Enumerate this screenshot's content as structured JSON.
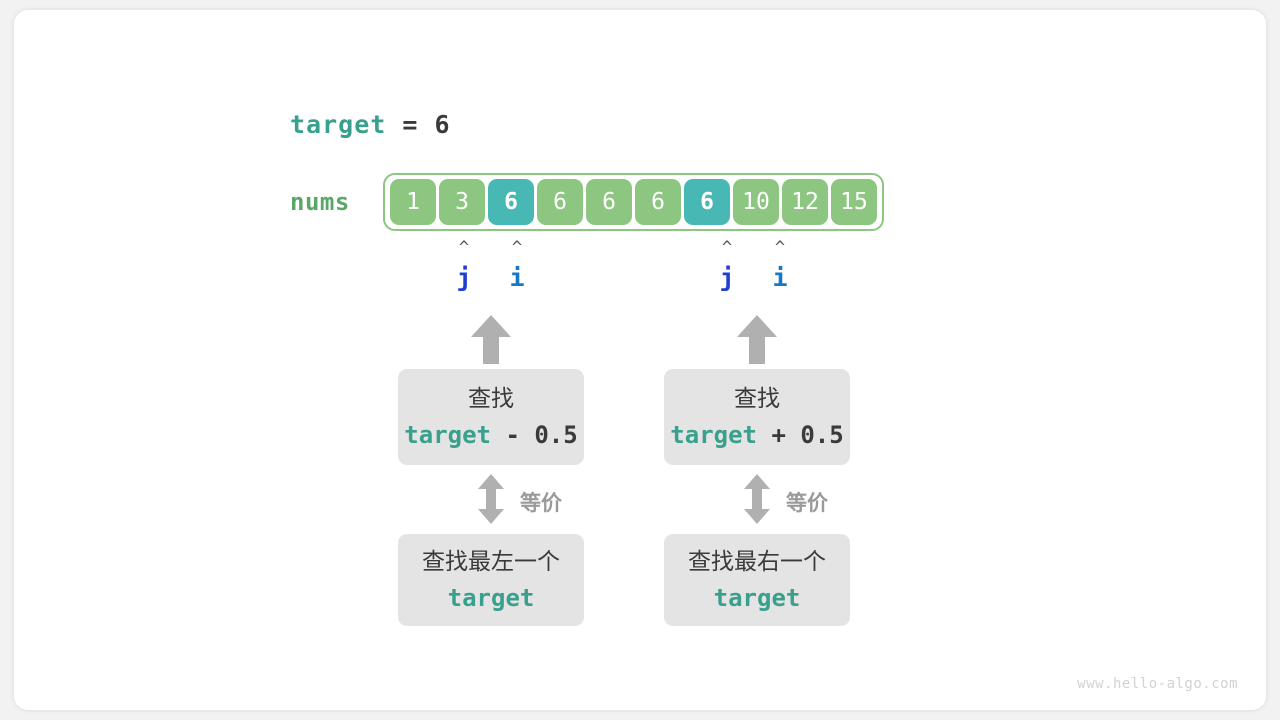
{
  "diagram": {
    "title_expression": {
      "name": "target",
      "operator": "=",
      "value": "6"
    },
    "array": {
      "label": "nums",
      "values": [
        "1",
        "3",
        "6",
        "6",
        "6",
        "6",
        "6",
        "10",
        "12",
        "15"
      ],
      "highlighted_indices": [
        2,
        6
      ],
      "cell_color": "#8cc681",
      "highlight_color": "#48b8b4",
      "border_color": "#8cc681"
    },
    "pointers": [
      {
        "caret": "^",
        "name": "j",
        "index": 1,
        "color": "#1f3fcf"
      },
      {
        "caret": "^",
        "name": "i",
        "index": 2,
        "color": "#1878c8"
      },
      {
        "caret": "^",
        "name": "j",
        "index": 5,
        "color": "#1f3fcf"
      },
      {
        "caret": "^",
        "name": "i",
        "index": 6,
        "color": "#1878c8"
      }
    ],
    "branches": [
      {
        "side": "left",
        "upper_box": {
          "title": "查找",
          "code_name": "target",
          "code_rest": " - 0.5"
        },
        "relation_label": "等价",
        "lower_box": {
          "title": "查找最左一个",
          "code_name": "target"
        }
      },
      {
        "side": "right",
        "upper_box": {
          "title": "查找",
          "code_name": "target",
          "code_rest": " + 0.5"
        },
        "relation_label": "等价",
        "lower_box": {
          "title": "查找最右一个",
          "code_name": "target"
        }
      }
    ],
    "colors": {
      "teal_text": "#38a08c",
      "dark_text": "#3a3a3a",
      "gray_box": "#e4e4e4",
      "arrow_gray": "#b0b0b0",
      "label_gray": "#9a9a9a"
    },
    "watermark": "www.hello-algo.com"
  }
}
